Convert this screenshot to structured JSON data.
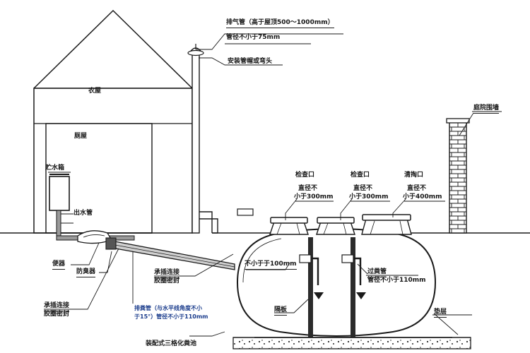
{
  "diagram": {
    "title": "装配式三格化粪池",
    "labels": {
      "vent_pipe_l1": "排气管（高于屋顶500～1000mm）",
      "vent_pipe_l2": "管径不小于75mm",
      "vent_cap": "安装管帽或弯头",
      "house": "农屋",
      "side_room": "厕屋",
      "water_tank": "贮水箱",
      "outlet_pipe": "出水管",
      "toilet": "便器",
      "odor_trap": "防臭器",
      "socket_joint_l1": "承插连接",
      "socket_joint_l2": "胶圈密封",
      "socket_joint2_l1": "承插连接",
      "socket_joint2_l2": "胶圈密封",
      "dung_pipe_l1": "排粪管（与水平线角度不小",
      "dung_pipe_l2": "于15°）管径不小于110mm",
      "min100": "不小于于100mm",
      "inspect1_title": "检查口",
      "inspect1_l1": "直径不",
      "inspect1_l2": "小于300mm",
      "inspect2_title": "检查口",
      "inspect2_l1": "直径不",
      "inspect2_l2": "小于300mm",
      "cleanout_title": "清掏口",
      "cleanout_l1": "直径不",
      "cleanout_l2": "小于400mm",
      "transfer_pipe_l1": "过粪管",
      "transfer_pipe_l2": "管径不小于110mm",
      "partition": "隔板",
      "bedding": "垫层",
      "courtyard_wall": "庭院围墙"
    },
    "colors": {
      "line": "#1a1a1a",
      "ground": "#333333",
      "fill_light": "#f2f2f2",
      "fill_grey": "#d8d8d8",
      "text": "#161616"
    }
  }
}
